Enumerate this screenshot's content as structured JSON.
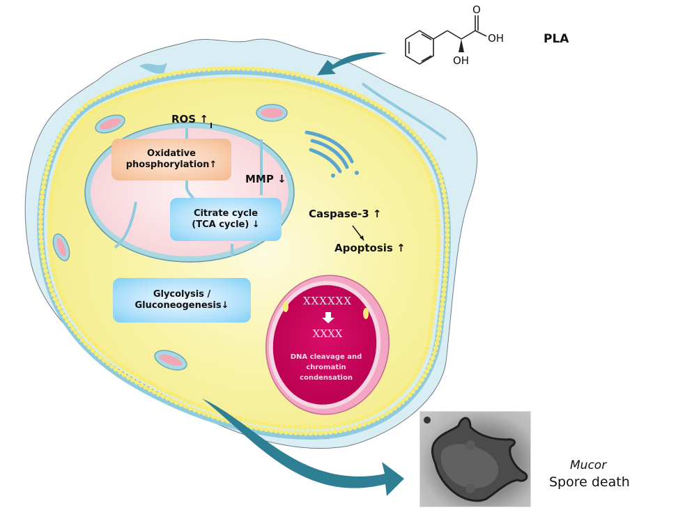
{
  "compound": {
    "name": "PLA",
    "atoms": {
      "carbonyl_o": "O",
      "acid_oh": "OH",
      "hydroxyl_oh": "OH"
    }
  },
  "cell": {
    "ros": "ROS ↑",
    "mmp": "MMP ↓",
    "oxidative_phosphorylation": {
      "line1": "Oxidative",
      "line2": "phosphorylation↑"
    },
    "citrate_cycle": {
      "line1": "Citrate cycle",
      "line2": "(TCA cycle) ↓"
    },
    "glycolysis": {
      "line1": "Glycolysis /",
      "line2": "Gluconeogenesis↓"
    },
    "caspase": "Caspase-3 ↑",
    "apoptosis": "Apoptosis ↑",
    "nucleus": {
      "chromosomes_before": "XXXXXX",
      "chromosomes_after": "XXXX",
      "caption": [
        "DNA cleavage and",
        "chromatin",
        "condensation"
      ]
    }
  },
  "outcome": {
    "organism": "Mucor",
    "result": "Spore death"
  },
  "colors": {
    "arrow": "#2e7f94",
    "cytoplasm": "#f8f3a0",
    "cell_wall": "#d6ecf4",
    "membrane_bead": "#f7ec7a",
    "membrane_core": "#8fcbdc",
    "mito_matrix": "#f9dde0",
    "nucleus": "#d3005f"
  }
}
